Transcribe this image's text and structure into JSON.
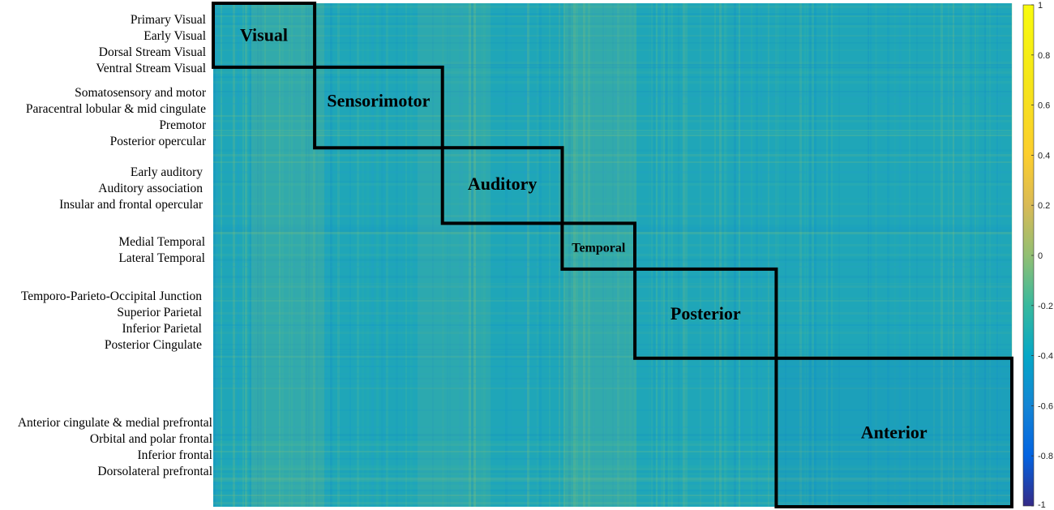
{
  "chart_data": {
    "type": "heatmap",
    "title": "",
    "xlabel": "",
    "ylabel": "",
    "row_labels": [
      "Primary Visual",
      "Early Visual",
      "Dorsal Stream Visual",
      "Ventral Stream Visual",
      "Somatosensory and motor",
      "Paracentral lobular & mid cingulate",
      "Premotor",
      "Posterior opercular",
      "Early auditory",
      "Auditory association",
      "Insular and frontal opercular",
      "Medial Temporal",
      "Lateral Temporal",
      "Temporo-Parieto-Occipital Junction",
      "Superior Parietal",
      "Inferior Parietal",
      "Posterior Cingulate",
      "Anterior cingulate & medial prefrontal",
      "Orbital and polar frontal",
      "Inferior frontal",
      "Dorsolateral prefrontal"
    ],
    "blocks": [
      {
        "name": "Visual",
        "start": 0.0,
        "end": 0.127
      },
      {
        "name": "Sensorimotor",
        "start": 0.127,
        "end": 0.287
      },
      {
        "name": "Auditory",
        "start": 0.287,
        "end": 0.437
      },
      {
        "name": "Temporal",
        "start": 0.437,
        "end": 0.528
      },
      {
        "name": "Posterior",
        "start": 0.528,
        "end": 0.705
      },
      {
        "name": "Anterior",
        "start": 0.705,
        "end": 1.0
      }
    ],
    "colorbar": {
      "range": [
        -1,
        1
      ],
      "ticks": [
        "1",
        "0.8",
        "0.6",
        "0.4",
        "0.2",
        "0",
        "-0.2",
        "-0.4",
        "-0.6",
        "-0.8",
        "-1"
      ],
      "colormap": "parula"
    }
  },
  "colors": {
    "base": "#1fa6b8",
    "box_outline": "#000000"
  }
}
